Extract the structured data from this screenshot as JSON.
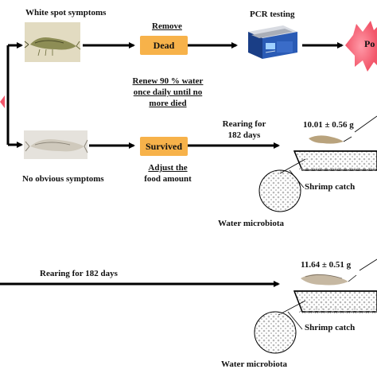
{
  "labels": {
    "white_spot": "White spot symptoms",
    "no_symptoms": "No obvious symptoms",
    "remove": "Remove",
    "dead": "Dead",
    "pcr": "PCR testing",
    "positive_partial": "Po",
    "renew_line1": "Renew 90 % water",
    "renew_line2": "once daily until no",
    "renew_line3": "more died",
    "survived": "Survived",
    "adjust_line1": "Adjust the",
    "adjust_line2": "food amount",
    "rearing_line1": "Rearing for",
    "rearing_line2": "182 days",
    "weight_top": "10.01 ± 0.56 g",
    "shrimp_catch_top": "Shrimp catch",
    "water_microbiota_top": "Water microbiota",
    "rearing_bottom": "Rearing for 182 days",
    "weight_bottom": "11.64 ± 0.51 g",
    "shrimp_catch_bottom": "Shrimp catch",
    "water_microbiota_bottom": "Water microbiota"
  },
  "colors": {
    "box_fill": "#f7b24a",
    "burst_fill": "#f2566a",
    "arrow": "#000000"
  },
  "icons": [
    "shrimp-photo-diseased",
    "pcr-machine-icon",
    "shrimp-photo-healthy",
    "shrimp-tank-icon",
    "microbiota-circle-icon"
  ]
}
